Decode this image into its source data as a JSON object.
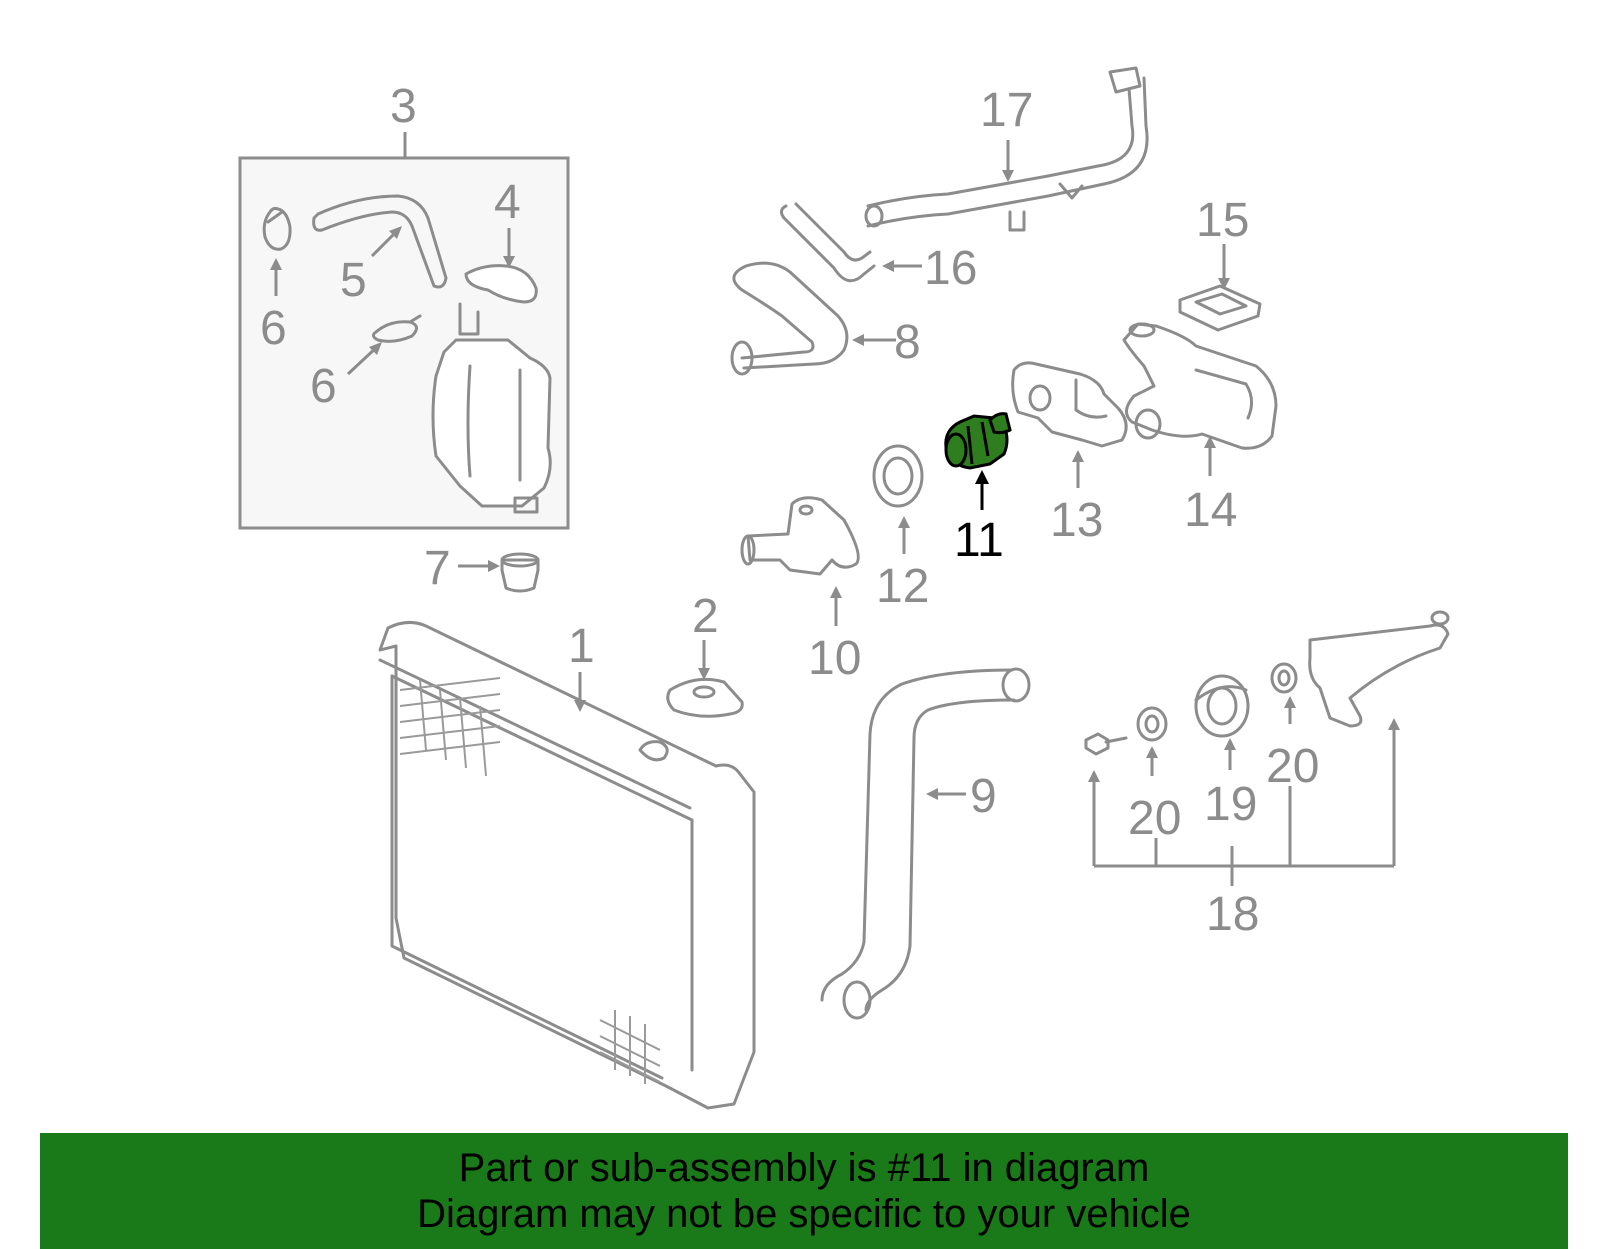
{
  "diagram": {
    "callouts": {
      "c1": "1",
      "c2": "2",
      "c3": "3",
      "c4": "4",
      "c5": "5",
      "c6a": "6",
      "c6b": "6",
      "c7": "7",
      "c8": "8",
      "c9": "9",
      "c10": "10",
      "c11": "11",
      "c12": "12",
      "c13": "13",
      "c14": "14",
      "c15": "15",
      "c16": "16",
      "c17": "17",
      "c18": "18",
      "c19": "19",
      "c20a": "20",
      "c20b": "20"
    },
    "highlighted_part": "11",
    "colors": {
      "line_art": "#8c8c8c",
      "highlight_fill": "#2e7d1e",
      "highlight_label": "#000000",
      "banner_bg": "#1a7a1a",
      "banner_text": "#000000"
    }
  },
  "banner": {
    "line1": "Part or sub-assembly is #11 in diagram",
    "line2": "Diagram may not be specific to your vehicle"
  }
}
